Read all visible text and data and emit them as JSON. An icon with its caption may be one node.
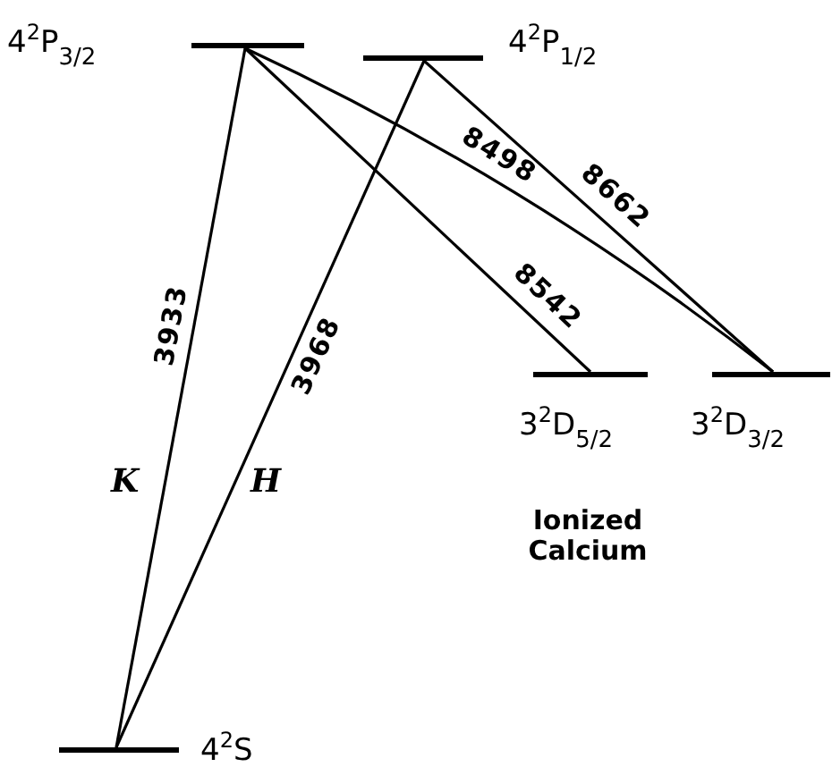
{
  "diagram": {
    "nodes": [
      {
        "text": [],
        "shape": "bar",
        "beside": [
          "4$^{2}$P$_{3/2}$"
        ]
      },
      {
        "text": [],
        "shape": "bar",
        "beside": [
          "4$^{2}$P$_{1/2}$"
        ]
      },
      {
        "text": [],
        "shape": "bar",
        "beside": [
          "3$^{2}$D$_{5/2}$"
        ]
      },
      {
        "text": [],
        "shape": "bar",
        "beside": [
          "3$^{2}$D$_{3/2}$"
        ]
      },
      {
        "text": [],
        "shape": "bar",
        "beside": [
          "4$^{2}$S"
        ]
      }
    ],
    "edges": [
      {
        "from": 0,
        "to": 4,
        "arrow": "none",
        "label": "3933"
      },
      {
        "from": 1,
        "to": 4,
        "arrow": "none",
        "label": "3968"
      },
      {
        "from": 0,
        "to": 2,
        "arrow": "none",
        "label": "8542"
      },
      {
        "from": 0,
        "to": 3,
        "arrow": "none",
        "label": "8498"
      },
      {
        "from": 1,
        "to": 3,
        "arrow": "none",
        "label": "8662"
      }
    ],
    "labels": [
      "K",
      "H",
      "Ionized Calcium"
    ]
  }
}
